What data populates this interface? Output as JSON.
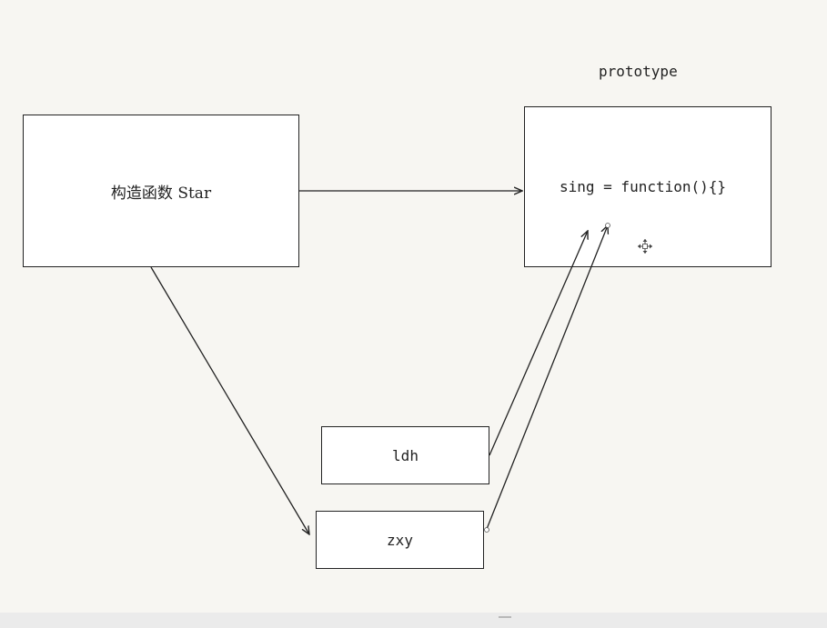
{
  "diagram": {
    "prototype_label": "prototype",
    "constructor_label": "构造函数 Star",
    "prototype_method": "sing = function(){}",
    "instance_1": "ldh",
    "instance_2": "zxy"
  },
  "icons": {
    "move": "move-cursor-icon"
  },
  "colors": {
    "background": "#f7f6f2",
    "stroke": "#222222",
    "box_fill": "#ffffff"
  }
}
